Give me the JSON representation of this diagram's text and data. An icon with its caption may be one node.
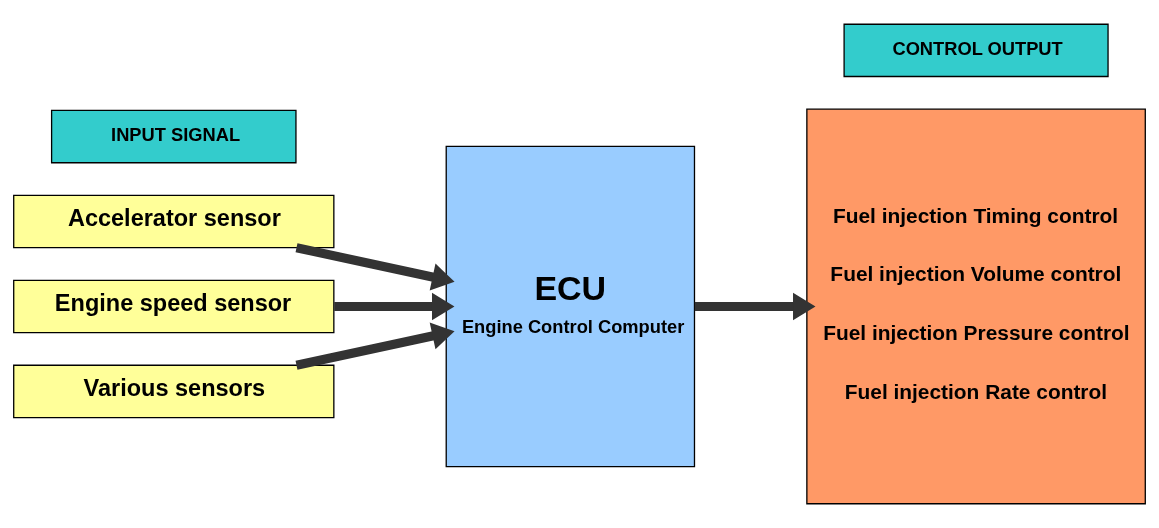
{
  "diagram": {
    "nodes": [
      {
        "text": [
          "INPUT SIGNAL"
        ]
      },
      {
        "text": [
          "CONTROL OUTPUT"
        ]
      },
      {
        "text": [
          "Accelerator sensor"
        ]
      },
      {
        "text": [
          "Engine speed sensor"
        ]
      },
      {
        "text": [
          "Various sensors"
        ]
      },
      {
        "text": [
          "ECU",
          "Engine Control Computer"
        ]
      },
      {
        "text": [
          "Fuel injection Timing control",
          "Fuel injection Volume control",
          "Fuel injection Pressure control",
          "Fuel injection Rate control"
        ]
      }
    ],
    "edges": [
      {
        "from": 2,
        "to": 5,
        "arrow": "to"
      },
      {
        "from": 3,
        "to": 5,
        "arrow": "to"
      },
      {
        "from": 4,
        "to": 5,
        "arrow": "to"
      },
      {
        "from": 5,
        "to": 6,
        "arrow": "to"
      }
    ]
  }
}
